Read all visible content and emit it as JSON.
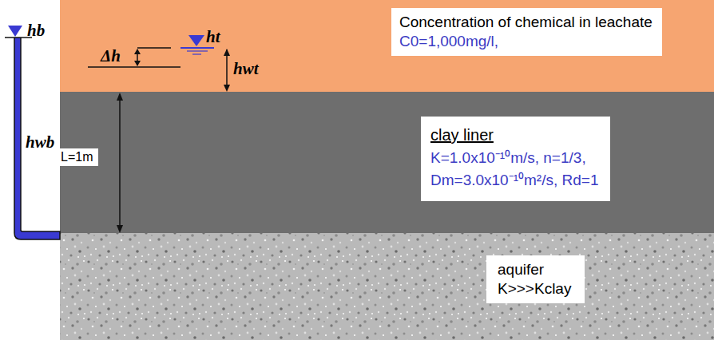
{
  "diagram": {
    "nodes": [
      {
        "text": [
          "Concentration of chemical in leachate",
          "C0=1,000mg/l,"
        ]
      },
      {
        "text": [
          "L=1m"
        ]
      },
      {
        "text": [
          "clay liner",
          "K=1.0x10⁻¹⁰m/s, n=1/3,",
          "Dm=3.0x10⁻¹⁰m²/s, Rd=1"
        ]
      },
      {
        "text": [
          "aquifer",
          "K>>>Kclay"
        ]
      }
    ],
    "labels": [
      "hb",
      "Δh",
      "ht",
      "hwt",
      "hwb"
    ]
  }
}
